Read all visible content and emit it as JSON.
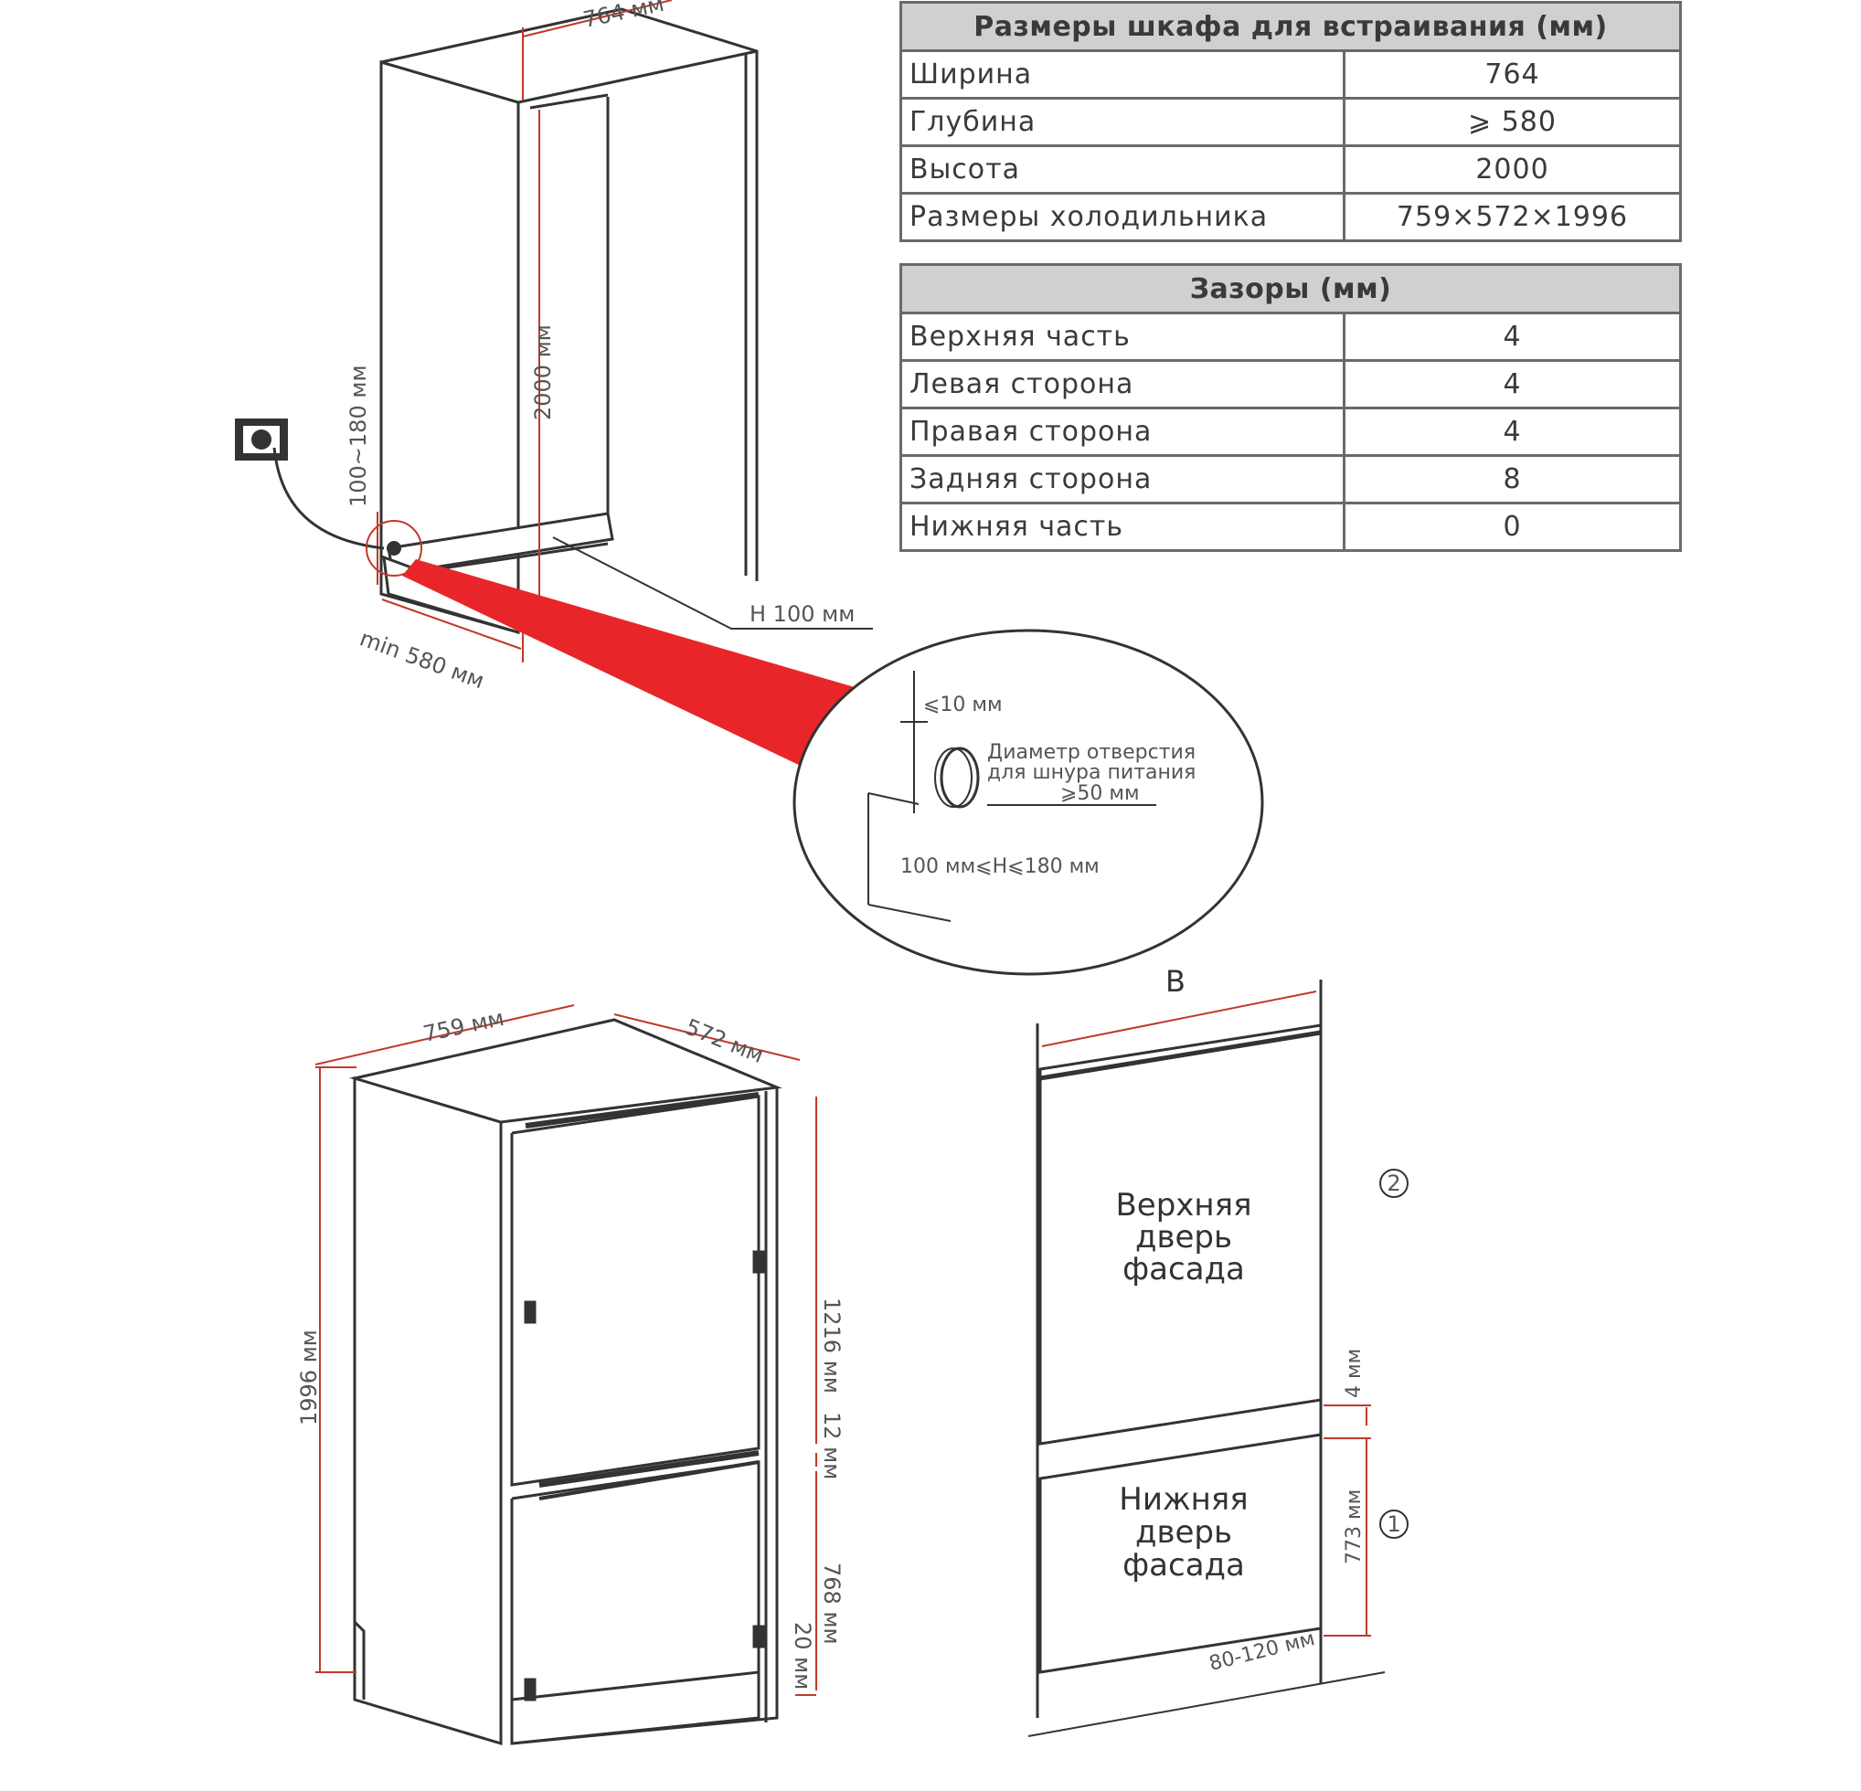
{
  "cabinet_table": {
    "title": "Размеры шкафа для встраивания (мм)",
    "rows": [
      {
        "label": "Ширина",
        "value": "764"
      },
      {
        "label": "Глубина",
        "value": "⩾ 580"
      },
      {
        "label": "Высота",
        "value": "2000"
      },
      {
        "label": "Размеры холодильника",
        "value": "759×572×1996"
      }
    ]
  },
  "gaps_table": {
    "title": "Зазоры (мм)",
    "rows": [
      {
        "label": "Верхняя часть",
        "value": "4"
      },
      {
        "label": "Левая сторона",
        "value": "4"
      },
      {
        "label": "Правая сторона",
        "value": "4"
      },
      {
        "label": "Задняя сторона",
        "value": "8"
      },
      {
        "label": "Нижняя часть",
        "value": "0"
      }
    ]
  },
  "cabinet_diagram": {
    "width_dim": "764 мм",
    "height_dim": "2000 мм",
    "socket_height_dim": "100~180 мм",
    "depth_dim": "min 580 мм",
    "plinth_dim": "H 100 мм"
  },
  "detail_callout": {
    "edge_dim": "⩽10 мм",
    "hole_text_1": "Диаметр отверстия",
    "hole_text_2": "для шнура питания",
    "hole_text_3": "⩾50 мм",
    "height_range": "100 мм⩽H⩽180 мм"
  },
  "fridge_diagram": {
    "width_dim": "759 мм",
    "depth_dim": "572 мм",
    "height_dim": "1996 мм",
    "upper_door_dim": "1216 мм",
    "gap_dim": "12 мм",
    "lower_door_dim": "768 мм",
    "bottom_dim": "20 мм"
  },
  "facade_diagram": {
    "label_b": "B",
    "upper_door": [
      "Верхняя",
      "дверь",
      "фасада"
    ],
    "lower_door": [
      "Нижняя",
      "дверь",
      "фасада"
    ],
    "marker_upper": "2",
    "marker_lower": "1",
    "gap_dim": "4 мм",
    "lower_height_dim": "773 мм",
    "bottom_dim": "80-120 мм"
  },
  "colors": {
    "line": "#333333",
    "dim_red": "#c0392b",
    "callout_red": "#e8262a",
    "table_header": "#d0d0d0"
  }
}
